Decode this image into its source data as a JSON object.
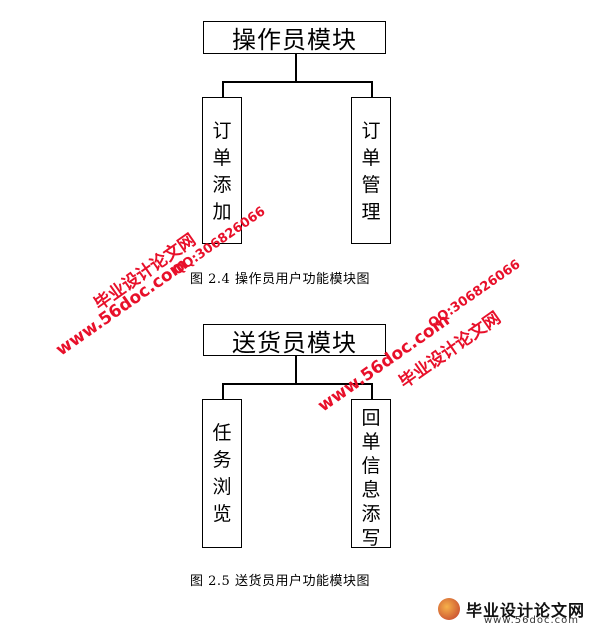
{
  "diagram1": {
    "root": "操作员模块",
    "children": [
      [
        "订",
        "单",
        "添",
        "加"
      ],
      [
        "订",
        "单",
        "管",
        "理"
      ]
    ],
    "caption": "图 2.4 操作员用户功能模块图"
  },
  "diagram2": {
    "root": "送货员模块",
    "children": [
      [
        "任",
        "务",
        "浏",
        "览"
      ],
      [
        "回",
        "单",
        "信",
        "息",
        "添",
        "写"
      ]
    ],
    "caption": "图 2.5 送货员用户功能模块图"
  },
  "watermarks": {
    "site_cn": "毕业设计论文网",
    "site_url": "www.56doc.com",
    "qq": "QQ:306826066"
  },
  "footer": {
    "logo_text": "毕业设计论文网",
    "url": "www.56doc.com"
  }
}
